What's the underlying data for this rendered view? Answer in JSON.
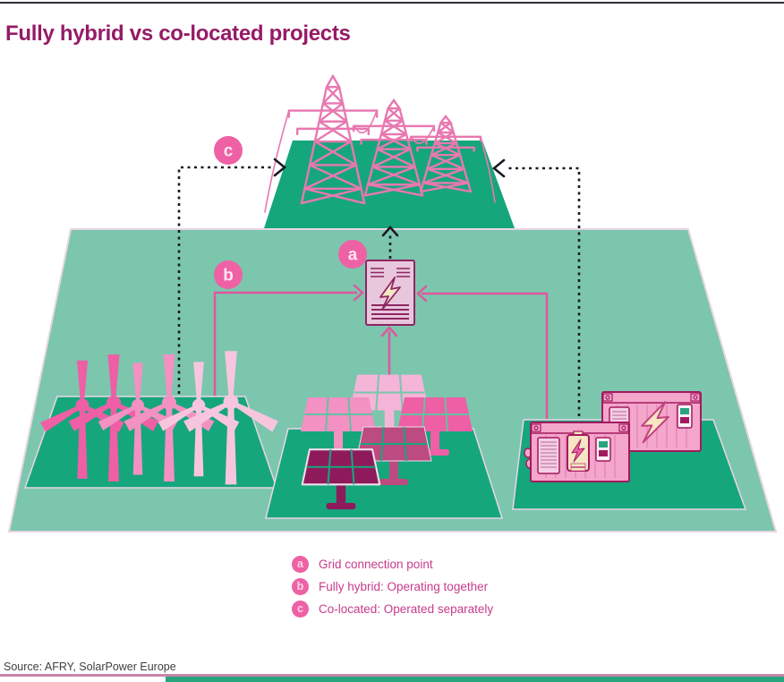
{
  "page": {
    "title": "Fully hybrid vs co-located projects",
    "source": "Source: AFRY, SolarPower Europe"
  },
  "diagram": {
    "labels": {
      "a": "a",
      "b": "b",
      "c": "c"
    }
  },
  "legend": {
    "items": [
      {
        "key": "a",
        "label": "Grid connection point"
      },
      {
        "key": "b",
        "label": "Fully hybrid: Operating together"
      },
      {
        "key": "c",
        "label": "Co-located: Operated separately"
      }
    ]
  },
  "colors": {
    "title": "#951b66",
    "ground_light": "#7cc6ae",
    "ground_dark": "#16a67c",
    "pylon_pink": "#e878b0",
    "pink_strong": "#ee5fa5",
    "pink_mid": "#f291c2",
    "pink_light": "#f7c6de",
    "container_pink": "#f4a6cb",
    "magenta_dark": "#a21a5e",
    "box_fill": "#e8c7dc",
    "cream": "#f6e6c3",
    "legend_text": "#c73b8c",
    "connector_pink": "#e0569d",
    "connector_black": "#1a1a24",
    "footer_bar": "#2aa47e"
  },
  "icons": {
    "transmission-pylon-icon": "lattice tower svg shape",
    "wind-turbine-icon": "three-blade turbine svg shape",
    "solar-panel-icon": "pv table svg shape",
    "battery-container-icon": "storage container svg shape",
    "grid-connection-box-icon": "substation box with lightning bolt",
    "lightning-bolt-icon": "zigzag bolt svg shape"
  }
}
